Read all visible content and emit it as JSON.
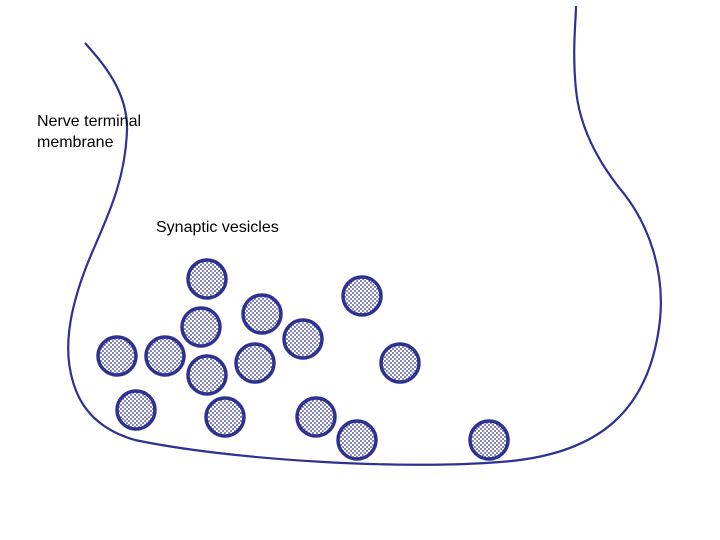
{
  "labels": {
    "membrane_line1": "Nerve terminal",
    "membrane_line2": "membrane",
    "vesicles": "Synaptic vesicles"
  },
  "colors": {
    "membrane_stroke": "#2e3192",
    "vesicle_outline": "#2e3192",
    "vesicle_dots": "#2e3192",
    "vesicle_fill": "#ffffff",
    "text": "#000000"
  },
  "vesicle_count": 15
}
